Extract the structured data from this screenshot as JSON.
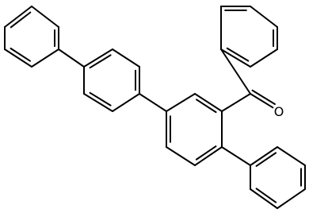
{
  "molecule": {
    "atoms": [
      {
        "id": 0,
        "element": "C",
        "ring": "benzoyl-phenyl"
      },
      {
        "id": 1,
        "element": "C",
        "ring": "benzoyl-phenyl"
      },
      {
        "id": 2,
        "element": "C",
        "ring": "benzoyl-phenyl"
      },
      {
        "id": 3,
        "element": "C",
        "ring": "benzoyl-phenyl"
      },
      {
        "id": 4,
        "element": "C",
        "ring": "benzoyl-phenyl"
      },
      {
        "id": 5,
        "element": "C",
        "ring": "benzoyl-phenyl"
      },
      {
        "id": 6,
        "element": "C",
        "ring": "carbonyl"
      },
      {
        "id": 7,
        "element": "O",
        "label": "O",
        "ring": "carbonyl"
      },
      {
        "id": 8,
        "element": "C",
        "ring": "central"
      },
      {
        "id": 9,
        "element": "C",
        "ring": "central"
      },
      {
        "id": 10,
        "element": "C",
        "ring": "central"
      },
      {
        "id": 11,
        "element": "C",
        "ring": "central"
      },
      {
        "id": 12,
        "element": "C",
        "ring": "central"
      },
      {
        "id": 13,
        "element": "C",
        "ring": "central"
      },
      {
        "id": 14,
        "element": "C",
        "ring": "lower-right-phenyl"
      },
      {
        "id": 15,
        "element": "C",
        "ring": "lower-right-phenyl"
      },
      {
        "id": 16,
        "element": "C",
        "ring": "lower-right-phenyl"
      },
      {
        "id": 17,
        "element": "C",
        "ring": "lower-right-phenyl"
      },
      {
        "id": 18,
        "element": "C",
        "ring": "lower-right-phenyl"
      },
      {
        "id": 19,
        "element": "C",
        "ring": "lower-right-phenyl"
      },
      {
        "id": 20,
        "element": "C",
        "ring": "biphenyl-inner"
      },
      {
        "id": 21,
        "element": "C",
        "ring": "biphenyl-inner"
      },
      {
        "id": 22,
        "element": "C",
        "ring": "biphenyl-inner"
      },
      {
        "id": 23,
        "element": "C",
        "ring": "biphenyl-inner"
      },
      {
        "id": 24,
        "element": "C",
        "ring": "biphenyl-inner"
      },
      {
        "id": 25,
        "element": "C",
        "ring": "biphenyl-inner"
      },
      {
        "id": 26,
        "element": "C",
        "ring": "biphenyl-outer"
      },
      {
        "id": 27,
        "element": "C",
        "ring": "biphenyl-outer"
      },
      {
        "id": 28,
        "element": "C",
        "ring": "biphenyl-outer"
      },
      {
        "id": 29,
        "element": "C",
        "ring": "biphenyl-outer"
      },
      {
        "id": 30,
        "element": "C",
        "ring": "biphenyl-outer"
      },
      {
        "id": 31,
        "element": "C",
        "ring": "biphenyl-outer"
      }
    ],
    "bonds": [
      {
        "a": 0,
        "b": 1,
        "order": 2
      },
      {
        "a": 1,
        "b": 2,
        "order": 1
      },
      {
        "a": 2,
        "b": 3,
        "order": 2
      },
      {
        "a": 3,
        "b": 4,
        "order": 1
      },
      {
        "a": 4,
        "b": 5,
        "order": 2
      },
      {
        "a": 5,
        "b": 0,
        "order": 1
      },
      {
        "a": 5,
        "b": 6,
        "order": 1
      },
      {
        "a": 6,
        "b": 7,
        "order": 2
      },
      {
        "a": 6,
        "b": 8,
        "order": 1
      },
      {
        "a": 8,
        "b": 9,
        "order": 2
      },
      {
        "a": 9,
        "b": 10,
        "order": 1
      },
      {
        "a": 10,
        "b": 11,
        "order": 2
      },
      {
        "a": 11,
        "b": 12,
        "order": 1
      },
      {
        "a": 12,
        "b": 13,
        "order": 2
      },
      {
        "a": 13,
        "b": 8,
        "order": 1
      },
      {
        "a": 13,
        "b": 14,
        "order": 1
      },
      {
        "a": 14,
        "b": 15,
        "order": 2
      },
      {
        "a": 15,
        "b": 16,
        "order": 1
      },
      {
        "a": 16,
        "b": 17,
        "order": 2
      },
      {
        "a": 17,
        "b": 18,
        "order": 1
      },
      {
        "a": 18,
        "b": 19,
        "order": 2
      },
      {
        "a": 19,
        "b": 14,
        "order": 1
      },
      {
        "a": 10,
        "b": 20,
        "order": 1
      },
      {
        "a": 20,
        "b": 21,
        "order": 2
      },
      {
        "a": 21,
        "b": 22,
        "order": 1
      },
      {
        "a": 22,
        "b": 23,
        "order": 2
      },
      {
        "a": 23,
        "b": 24,
        "order": 1
      },
      {
        "a": 24,
        "b": 25,
        "order": 2
      },
      {
        "a": 25,
        "b": 20,
        "order": 1
      },
      {
        "a": 23,
        "b": 26,
        "order": 1
      },
      {
        "a": 26,
        "b": 27,
        "order": 2
      },
      {
        "a": 27,
        "b": 28,
        "order": 1
      },
      {
        "a": 28,
        "b": 29,
        "order": 2
      },
      {
        "a": 29,
        "b": 30,
        "order": 1
      },
      {
        "a": 30,
        "b": 31,
        "order": 2
      },
      {
        "a": 31,
        "b": 26,
        "order": 1
      }
    ]
  }
}
